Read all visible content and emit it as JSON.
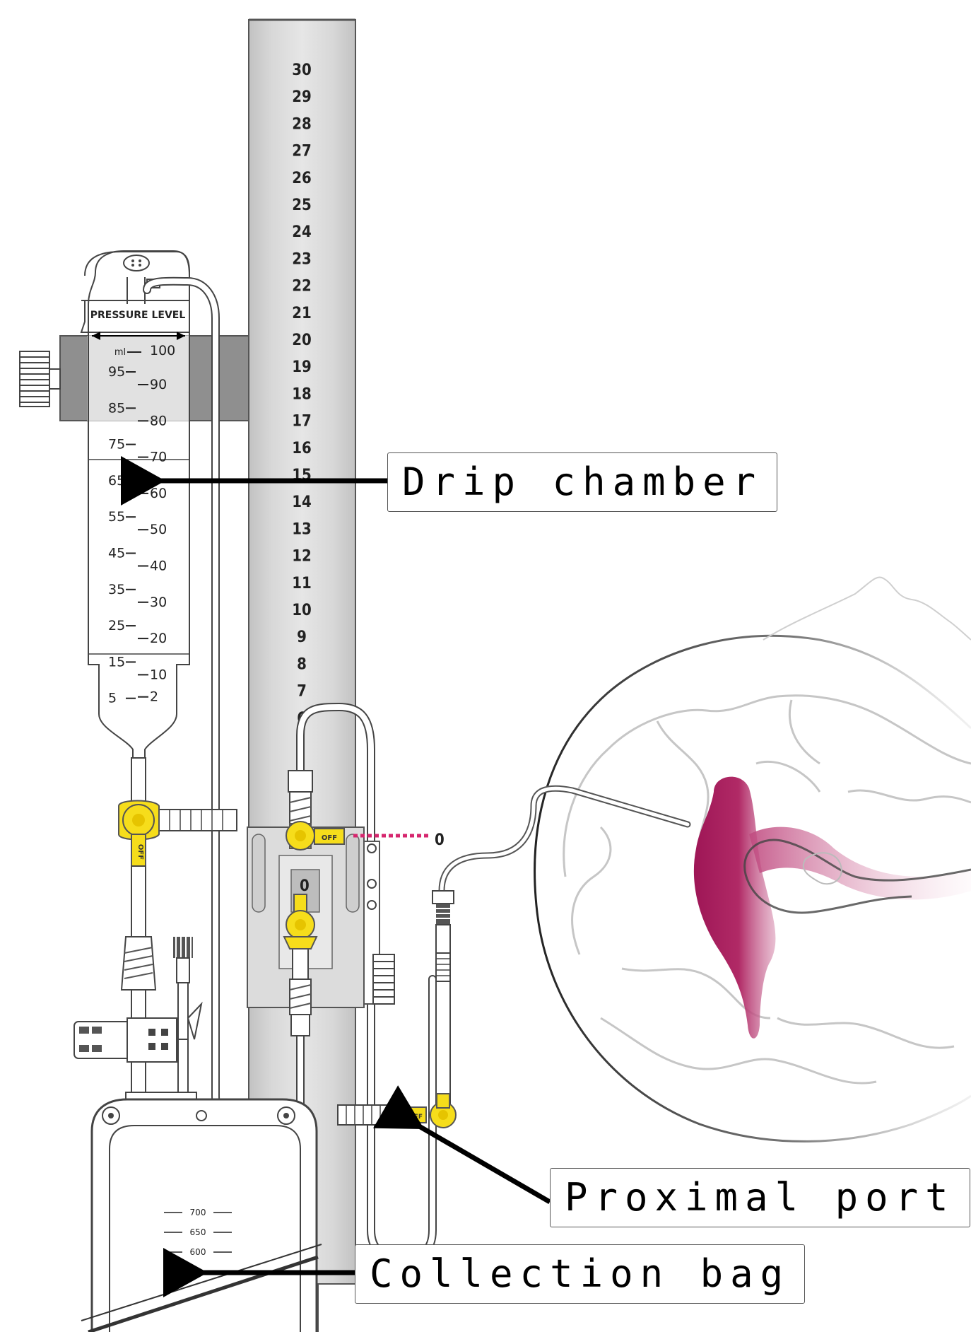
{
  "column_scale": [
    "30",
    "29",
    "28",
    "27",
    "26",
    "25",
    "24",
    "23",
    "22",
    "21",
    "20",
    "19",
    "18",
    "17",
    "16",
    "15",
    "14",
    "13",
    "12",
    "11",
    "10",
    "9",
    "8",
    "7",
    "6"
  ],
  "chamber": {
    "header": "PRESSURE LEVEL",
    "unit": "ml",
    "left_scale": [
      "95",
      "85",
      "75",
      "65",
      "55",
      "45",
      "35",
      "25",
      "15",
      "5"
    ],
    "right_scale": [
      "100",
      "90",
      "80",
      "70",
      "60",
      "50",
      "40",
      "30",
      "20",
      "10",
      "2"
    ]
  },
  "zero_label": "0",
  "bag_scale": [
    "700",
    "650",
    "600"
  ],
  "stopcock_label": "OFF",
  "colors": {
    "zero_line": "#d6266e",
    "ventricle": "#a61d5b",
    "stopcock": "#f6dd1b",
    "column": "#cfcfcf"
  },
  "callouts": {
    "drip_chamber": "Drip chamber",
    "proximal_port": "Proximal port",
    "collection_bag": "Collection bag"
  }
}
